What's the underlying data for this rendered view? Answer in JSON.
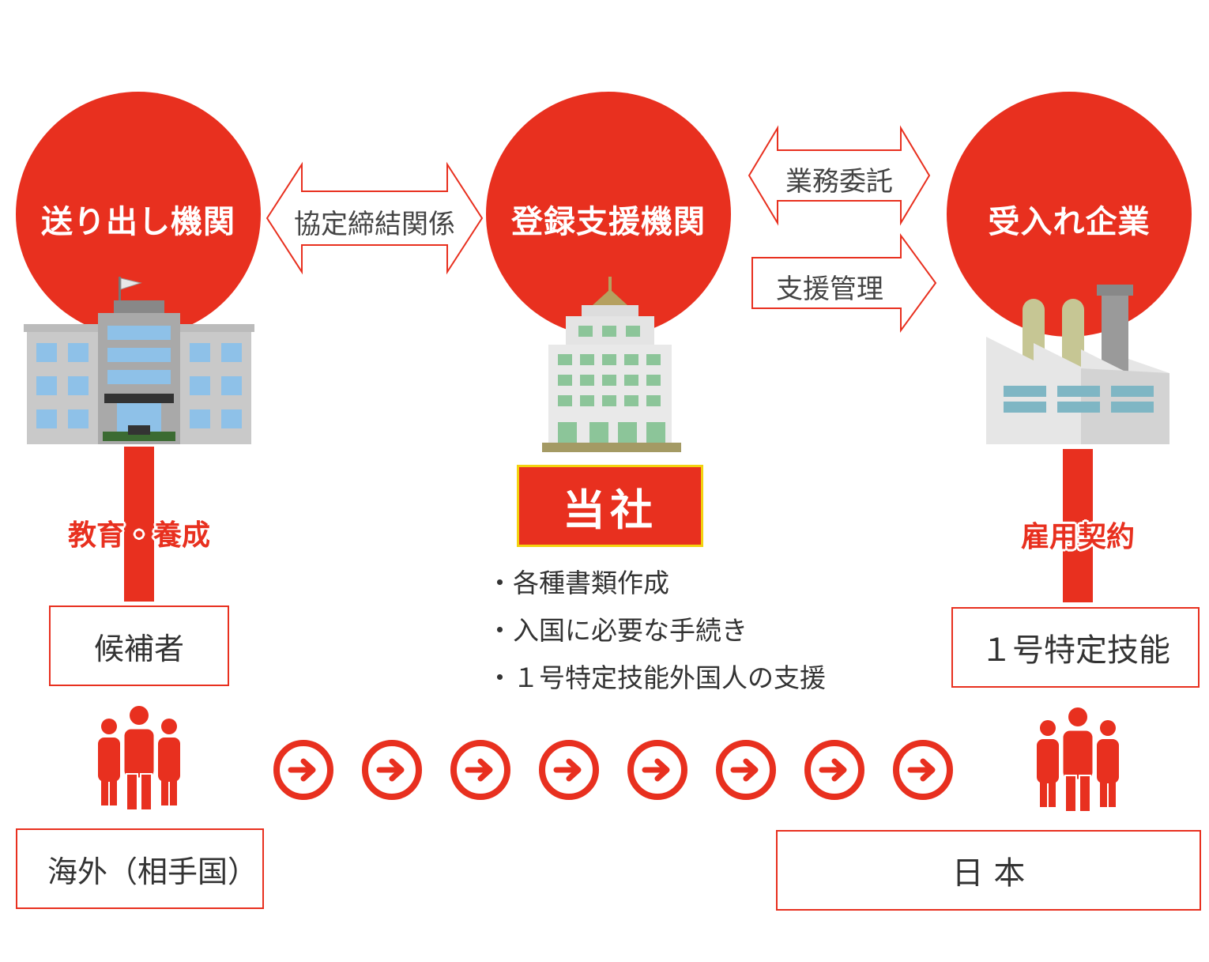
{
  "organizations": {
    "sending": {
      "label": "送り出し機関",
      "icon": "school-building-icon"
    },
    "support": {
      "label": "登録支援機関",
      "icon": "office-tower-icon"
    },
    "employer": {
      "label": "受入れ企業",
      "icon": "factory-icon"
    }
  },
  "relations": {
    "agreement": "協定締結関係",
    "outsourcing": "業務委託",
    "support_management": "支援管理"
  },
  "stems": {
    "education": "教育・養成",
    "employment": "雇用契約"
  },
  "company": {
    "label": "当社",
    "bullets": [
      "・各種書類作成",
      "・入国に必要な手続き",
      "・１号特定技能外国人の支援"
    ]
  },
  "people": {
    "candidates": "候補者",
    "skilled_worker": "１号特定技能"
  },
  "regions": {
    "overseas": "海外（相手国）",
    "japan": "日 本"
  },
  "flow": {
    "arrow_count": 8,
    "icon": "arrow-right-circle-icon"
  },
  "colors": {
    "accent": "#e8301f",
    "highlight_border": "#f3d20f",
    "text": "#333333"
  }
}
